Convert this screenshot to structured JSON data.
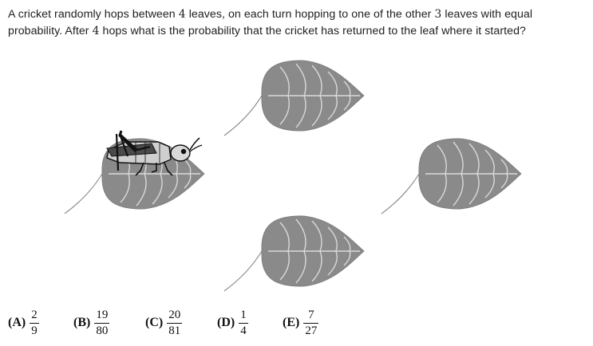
{
  "question": {
    "part1": "A cricket randomly hops between ",
    "n_leaves": "4",
    "part2": " leaves, on each turn hopping to one of the other ",
    "n_other": "3",
    "part3": " leaves with equal probability. After ",
    "n_hops": "4",
    "part4": " hops what is the probability that the cricket has returned to the leaf where it started?"
  },
  "figure": {
    "leaf_color": "#8a8a8a",
    "vein_color": "#d9d9d9",
    "stem_color": "#8c8c8c",
    "icons": [
      "leaf-icon",
      "leaf-icon",
      "leaf-icon",
      "leaf-icon",
      "cricket-icon"
    ]
  },
  "choices": [
    {
      "label": "(A)",
      "numerator": "2",
      "denominator": "9"
    },
    {
      "label": "(B)",
      "numerator": "19",
      "denominator": "80"
    },
    {
      "label": "(C)",
      "numerator": "20",
      "denominator": "81"
    },
    {
      "label": "(D)",
      "numerator": "1",
      "denominator": "4"
    },
    {
      "label": "(E)",
      "numerator": "7",
      "denominator": "27"
    }
  ]
}
